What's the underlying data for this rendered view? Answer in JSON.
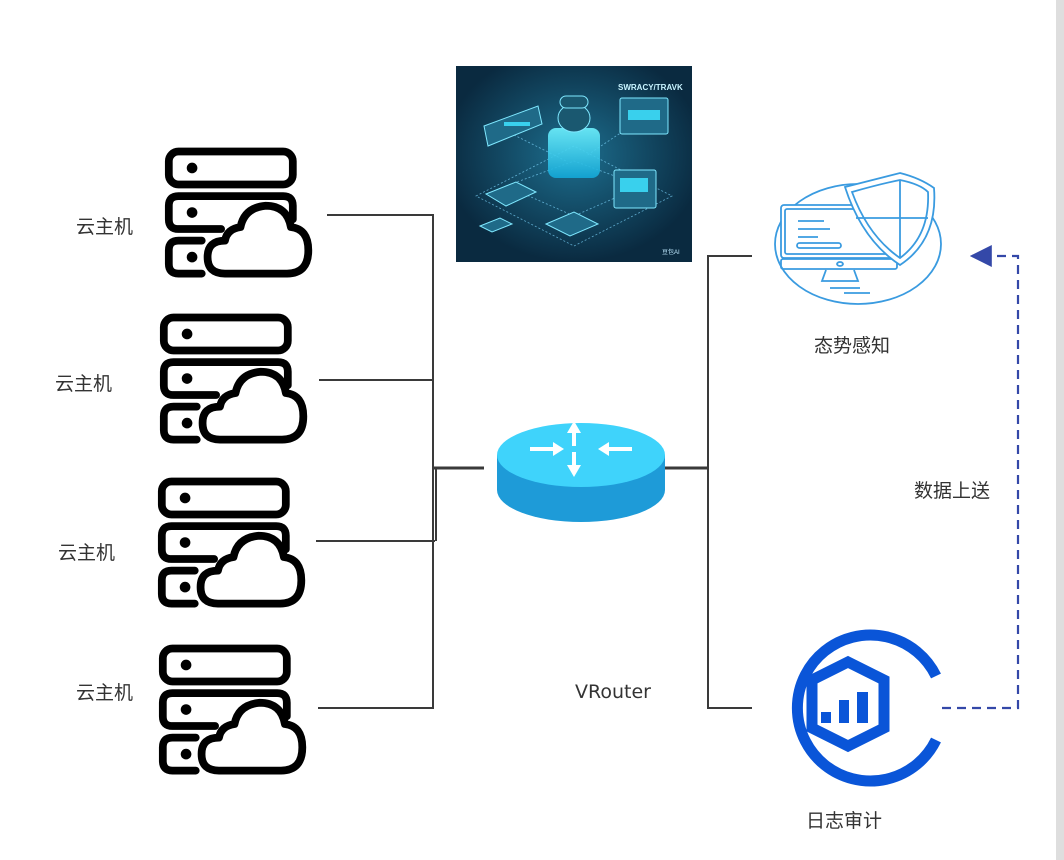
{
  "diagram": {
    "title": "",
    "hosts": [
      {
        "label": "云主机",
        "icon": "cloud-server-icon"
      },
      {
        "label": "云主机",
        "icon": "cloud-server-icon"
      },
      {
        "label": "云主机",
        "icon": "cloud-server-icon"
      },
      {
        "label": "云主机",
        "icon": "cloud-server-icon"
      }
    ],
    "router": {
      "label": "VRouter",
      "icon": "router-icon"
    },
    "situation_awareness": {
      "label": "态势感知",
      "icon": "monitor-shield-icon"
    },
    "log_audit": {
      "label": "日志审计",
      "icon": "log-audit-chart-icon"
    },
    "data_upload": {
      "label": "数据上送"
    },
    "illustration": {
      "caption_top": "SWRACY/TRAVK",
      "watermark": "豆包AI",
      "icon": "security-illustration"
    },
    "colors": {
      "line": "#3a3a3a",
      "dashed_arrow": "#3448a8",
      "router_top": "#3fd3fb",
      "router_side": "#1e9bd8",
      "monitor_stroke": "#3a9be0",
      "audit_blue": "#0a55d8",
      "illus_bg": "#0d3a52"
    }
  }
}
